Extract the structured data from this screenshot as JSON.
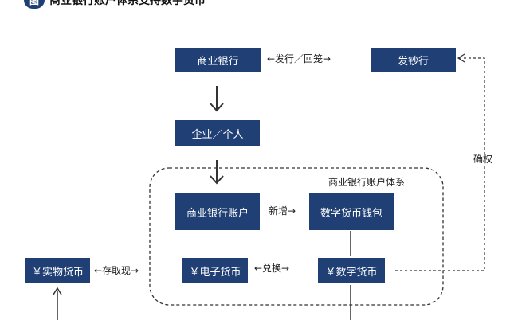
{
  "title": {
    "badge": "图",
    "text": "商业银行账户体系支持数字货币"
  },
  "nodes": {
    "bank": "商业银行",
    "central_bank": "发钞行",
    "enterprise": "企业／个人",
    "bank_account": "商业银行账户",
    "wallet": "数字货币钱包",
    "physical": "￥实物货币",
    "electronic": "￥电子货币",
    "digital": "￥数字货币"
  },
  "region_label": "商业银行账户体系",
  "edges": {
    "issue_return": "←发行／回笼→",
    "confirm": "确权",
    "add": "新增→",
    "deposit_withdraw": "←存取现→",
    "exchange": "←兑换→"
  }
}
